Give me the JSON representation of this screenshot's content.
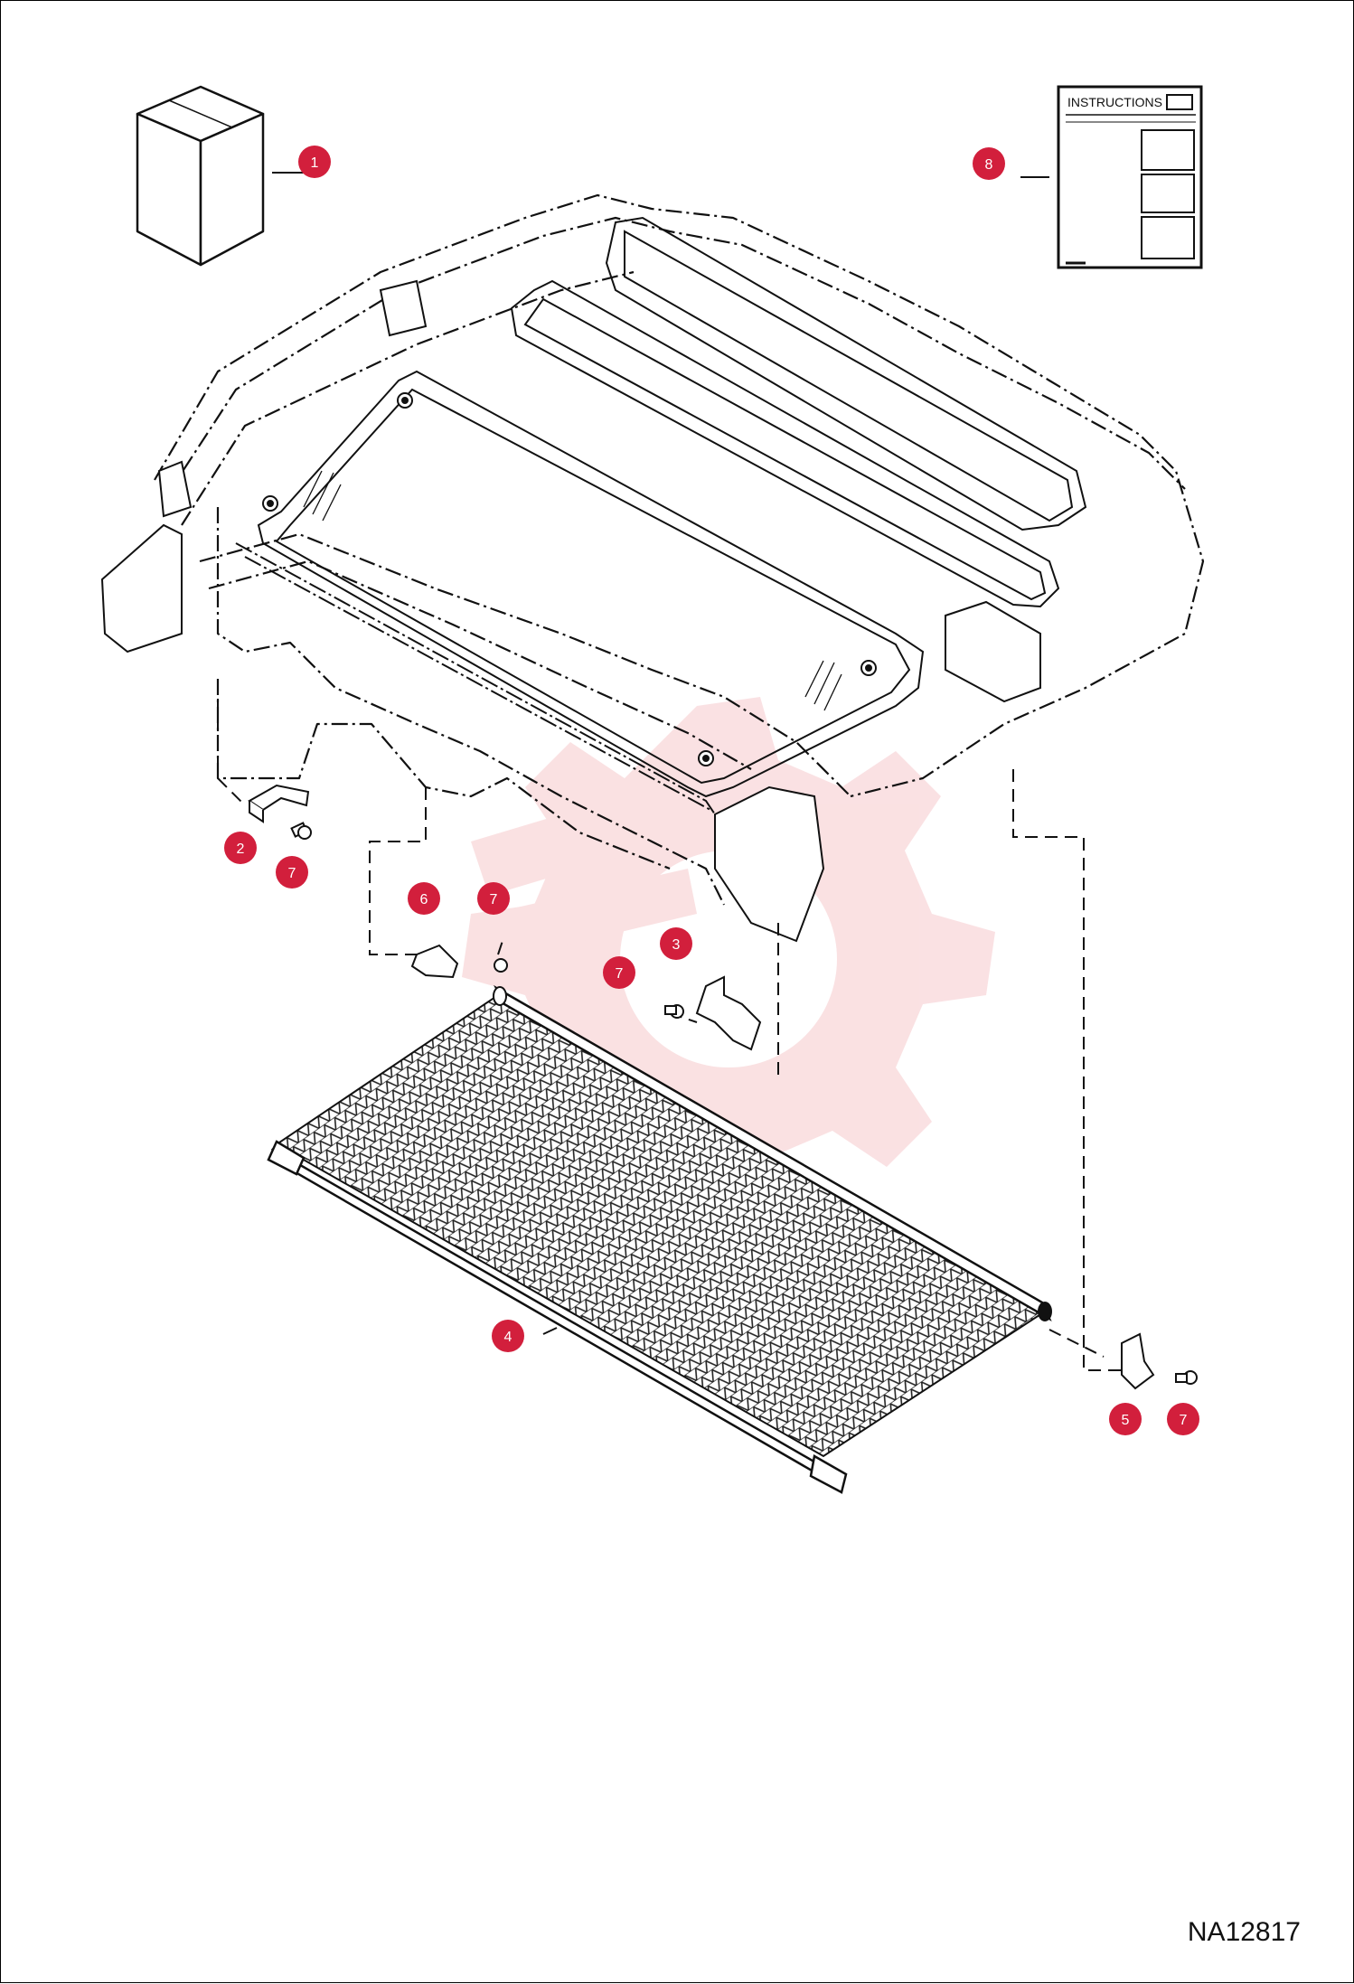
{
  "diagram": {
    "figure_id": "NA12817",
    "instructions_label": "INSTRUCTIONS",
    "callouts": [
      {
        "id": "callout-1",
        "number": "1"
      },
      {
        "id": "callout-2",
        "number": "2"
      },
      {
        "id": "callout-3",
        "number": "3"
      },
      {
        "id": "callout-4",
        "number": "4"
      },
      {
        "id": "callout-5",
        "number": "5"
      },
      {
        "id": "callout-6",
        "number": "6"
      },
      {
        "id": "callout-7a",
        "number": "7"
      },
      {
        "id": "callout-7b",
        "number": "7"
      },
      {
        "id": "callout-7c",
        "number": "7"
      },
      {
        "id": "callout-7d",
        "number": "7"
      },
      {
        "id": "callout-8",
        "number": "8"
      }
    ],
    "callout_color": "#d21f3c",
    "watermark_color": "#f6c9cc"
  }
}
